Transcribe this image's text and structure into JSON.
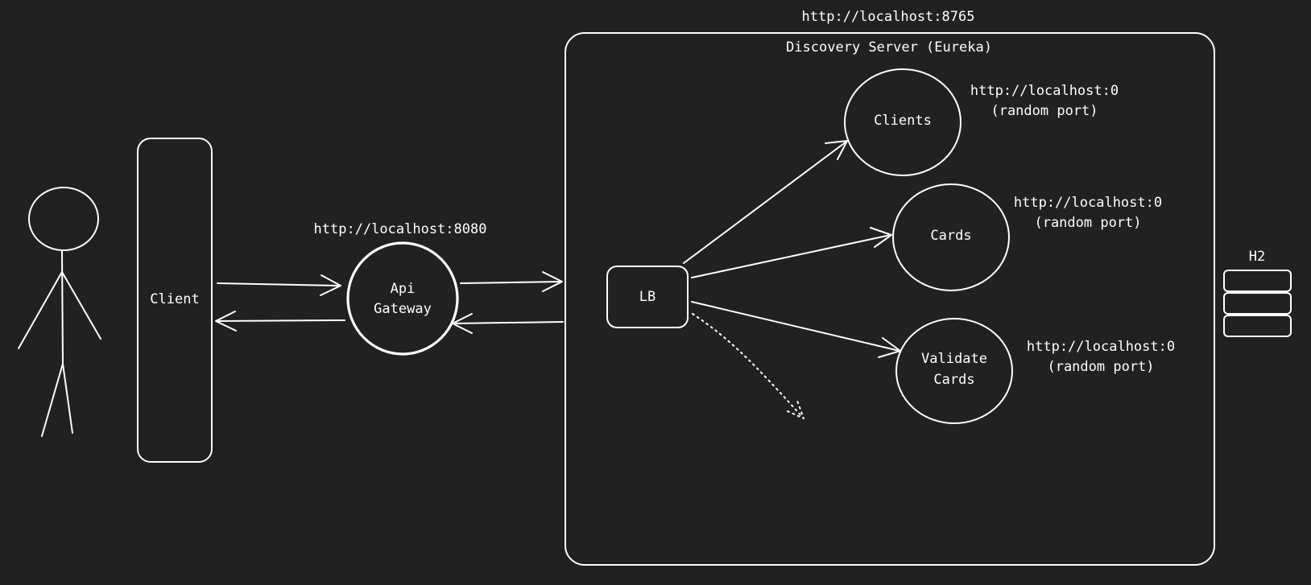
{
  "colors": {
    "background": "#212121",
    "stroke": "#ffffff"
  },
  "client": {
    "label": "Client"
  },
  "gateway": {
    "line1": "Api",
    "line2": "Gateway",
    "url": "http://localhost:8080"
  },
  "discovery": {
    "url": "http://localhost:8765",
    "title": "Discovery Server (Eureka)"
  },
  "lb": {
    "label": "LB"
  },
  "services": {
    "clients": {
      "label": "Clients",
      "url": "http://localhost:0",
      "note": "(random port)"
    },
    "cards": {
      "label": "Cards",
      "url": "http://localhost:0",
      "note": "(random port)"
    },
    "validate": {
      "line1": "Validate",
      "line2": "Cards",
      "url": "http://localhost:0",
      "note": "(random port)"
    }
  },
  "database": {
    "label": "H2"
  },
  "icons": {
    "actor": "stick-figure-icon",
    "database": "database-stack-icon"
  }
}
